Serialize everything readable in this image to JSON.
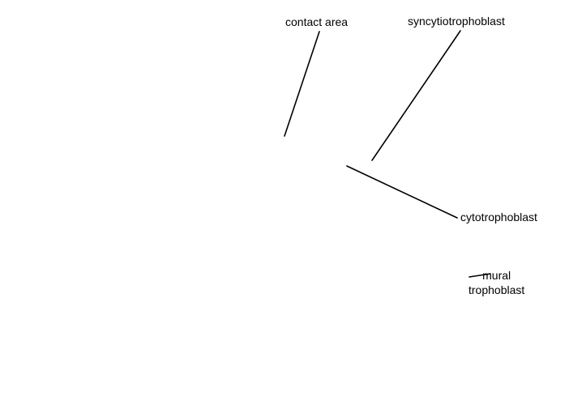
{
  "diagram": {
    "labels": {
      "contact_area": "contact area",
      "syncytiotrophoblast": "syncytiotrophoblast",
      "cytotrophoblast": "cytotrophoblast",
      "mural_trophoblast_line1": "mural",
      "mural_trophoblast_line2": "trophoblast"
    },
    "colors": {
      "background": "#ffffff",
      "text": "#000000",
      "lines": "#000000"
    }
  }
}
